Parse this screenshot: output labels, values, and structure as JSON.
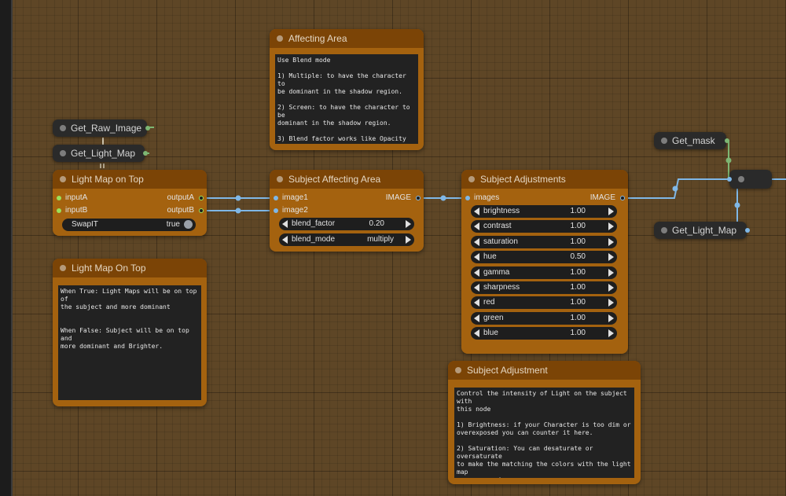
{
  "colors": {
    "canvas": "#5e4626",
    "node_body": "#a4620f",
    "node_title": "#7b4406",
    "widget_bg": "#1e1e1e",
    "wire_image": "#7fb7e6",
    "wire_mask": "#7db673",
    "input_slot": "#9be05a"
  },
  "notes": {
    "affecting_area": {
      "title": "Affecting Area",
      "text": "Use Blend mode\n\n1) Multiple: to have the character to\nbe dominant in the shadow region.\n\n2) Screen: to have the character to be\ndominant in the shadow region.\n\n3) Blend factor works like Opacity"
    },
    "light_map_on_top": {
      "title": "Light Map On Top",
      "text": "When True: Light Maps will be on top of\nthe subject and more dominant\n\n\nWhen False: Subject will be on top and\nmore dominant and Brighter."
    },
    "subject_adjustment": {
      "title": "Subject Adjustment",
      "text": "Control the intensity of Light on the subject with\nthis node\n\n1) Brightness: if your Character is too dim or\noverexposed you can counter it here.\n\n2) Saturation: You can desaturate or oversaturate\nto make the matching the colors with the light map\nmore accurate."
    }
  },
  "get_nodes": {
    "raw_image": "Get_Raw_Image",
    "light_map_top": "Get_Light_Map",
    "mask": "Get_mask",
    "light_map_right": "Get_Light_Map"
  },
  "swap_node": {
    "title": "Light Map on Top",
    "inputs": [
      "inputA",
      "inputB"
    ],
    "outputs": [
      "outputA",
      "outputB"
    ],
    "toggle_name": "SwapIT",
    "toggle_value": "true"
  },
  "blend_node": {
    "title": "Subject Affecting Area",
    "inputs": [
      "image1",
      "image2"
    ],
    "output": "IMAGE",
    "widgets": [
      {
        "name": "blend_factor",
        "value": "0.20"
      },
      {
        "name": "blend_mode",
        "value": "multiply"
      }
    ]
  },
  "adjust_node": {
    "title": "Subject Adjustments",
    "input": "images",
    "output": "IMAGE",
    "widgets": [
      {
        "name": "brightness",
        "value": "1.00"
      },
      {
        "name": "contrast",
        "value": "1.00"
      },
      {
        "name": "saturation",
        "value": "1.00"
      },
      {
        "name": "hue",
        "value": "0.50"
      },
      {
        "name": "gamma",
        "value": "1.00"
      },
      {
        "name": "sharpness",
        "value": "1.00"
      },
      {
        "name": "red",
        "value": "1.00"
      },
      {
        "name": "green",
        "value": "1.00"
      },
      {
        "name": "blue",
        "value": "1.00"
      }
    ]
  }
}
